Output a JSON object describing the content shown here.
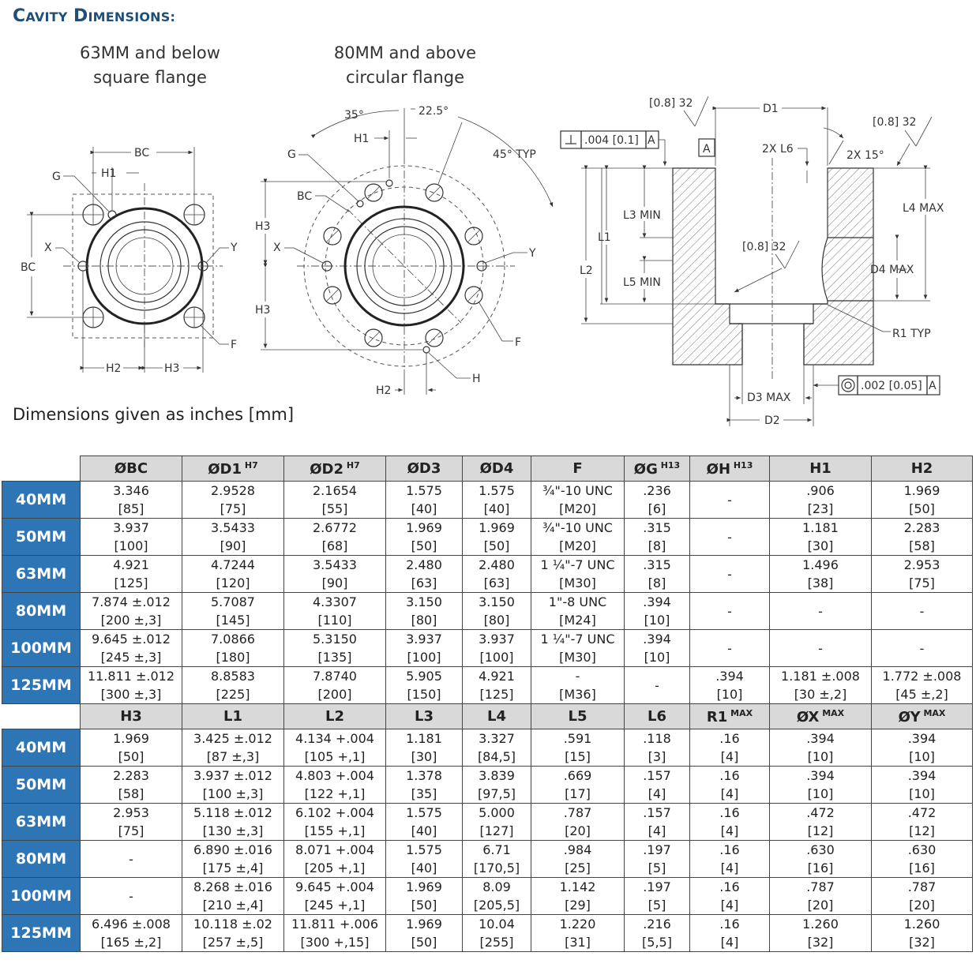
{
  "title": {
    "first_cap": "C",
    "first_rest": "AVITY",
    "second_cap": "D",
    "second_rest": "IMENSIONS:"
  },
  "drawings": {
    "square_title_1": "63MM and below",
    "square_title_2": "square flange",
    "circular_title_1": "80MM and above",
    "circular_title_2": "circular flange",
    "labels": {
      "bc": "BC",
      "h1": "H1",
      "h2": "H2",
      "h3": "H3",
      "g": "G",
      "x": "X",
      "y": "Y",
      "f": "F",
      "h": "H",
      "angle_35": "35°",
      "angle_22_5": "22.5°",
      "angle_45_typ": "45° TYP",
      "roughness_1": "[0.8] 32",
      "roughness_2": "[0.8] 32",
      "roughness_3": "[0.8] 32",
      "d1": "D1",
      "d2": "D2",
      "d3_max": "D3 MAX",
      "d4_max": "D4 MAX",
      "l1": "L1",
      "l2": "L2",
      "l3_min": "L3 MIN",
      "l4_max": "L4 MAX",
      "l5_min": "L5 MIN",
      "l6": "2X L6",
      "angle_2x15": "2X 15°",
      "r1_typ": "R1 TYP",
      "datum_a": "A",
      "perp_value": ".004 [0.1]",
      "perp_datum": "A",
      "conc_value": ".002 [0.05]",
      "conc_datum": "A"
    }
  },
  "caption": "Dimensions given as inches [mm]",
  "table1": {
    "headers": [
      {
        "sym": "ØBC",
        "sup": ""
      },
      {
        "sym": "ØD1",
        "sup": "H7"
      },
      {
        "sym": "ØD2",
        "sup": "H7"
      },
      {
        "sym": "ØD3",
        "sup": ""
      },
      {
        "sym": "ØD4",
        "sup": ""
      },
      {
        "sym": "F",
        "sup": ""
      },
      {
        "sym": "ØG",
        "sup": "H13"
      },
      {
        "sym": "ØH",
        "sup": "H13"
      },
      {
        "sym": "H1",
        "sup": ""
      },
      {
        "sym": "H2",
        "sup": ""
      }
    ],
    "rows": [
      {
        "label": "40MM",
        "cells": [
          [
            "3.346",
            "[85]"
          ],
          [
            "2.9528",
            "[75]"
          ],
          [
            "2.1654",
            "[55]"
          ],
          [
            "1.575",
            "[40]"
          ],
          [
            "1.575",
            "[40]"
          ],
          [
            "¾\"-10 UNC",
            "[M20]"
          ],
          [
            ".236",
            "[6]"
          ],
          [
            "-",
            ""
          ],
          [
            ".906",
            "[23]"
          ],
          [
            "1.969",
            "[50]"
          ]
        ]
      },
      {
        "label": "50MM",
        "cells": [
          [
            "3.937",
            "[100]"
          ],
          [
            "3.5433",
            "[90]"
          ],
          [
            "2.6772",
            "[68]"
          ],
          [
            "1.969",
            "[50]"
          ],
          [
            "1.969",
            "[50]"
          ],
          [
            "¾\"-10 UNC",
            "[M20]"
          ],
          [
            ".315",
            "[8]"
          ],
          [
            "-",
            ""
          ],
          [
            "1.181",
            "[30]"
          ],
          [
            "2.283",
            "[58]"
          ]
        ]
      },
      {
        "label": "63MM",
        "cells": [
          [
            "4.921",
            "[125]"
          ],
          [
            "4.7244",
            "[120]"
          ],
          [
            "3.5433",
            "[90]"
          ],
          [
            "2.480",
            "[63]"
          ],
          [
            "2.480",
            "[63]"
          ],
          [
            "1 ¼\"-7 UNC",
            "[M30]"
          ],
          [
            ".315",
            "[8]"
          ],
          [
            "-",
            ""
          ],
          [
            "1.496",
            "[38]"
          ],
          [
            "2.953",
            "[75]"
          ]
        ]
      },
      {
        "label": "80MM",
        "cells": [
          [
            "7.874 ±.012",
            "[200 ±,3]"
          ],
          [
            "5.7087",
            "[145]"
          ],
          [
            "4.3307",
            "[110]"
          ],
          [
            "3.150",
            "[80]"
          ],
          [
            "3.150",
            "[80]"
          ],
          [
            "1\"-8 UNC",
            "[M24]"
          ],
          [
            ".394",
            "[10]"
          ],
          [
            "-",
            ""
          ],
          [
            "-",
            ""
          ],
          [
            "-",
            ""
          ]
        ]
      },
      {
        "label": "100MM",
        "cells": [
          [
            "9.645 ±.012",
            "[245 ±,3]"
          ],
          [
            "7.0866",
            "[180]"
          ],
          [
            "5.3150",
            "[135]"
          ],
          [
            "3.937",
            "[100]"
          ],
          [
            "3.937",
            "[100]"
          ],
          [
            "1 ¼\"-7 UNC",
            "[M30]"
          ],
          [
            ".394",
            "[10]"
          ],
          [
            "-",
            ""
          ],
          [
            "-",
            ""
          ],
          [
            "-",
            ""
          ]
        ]
      },
      {
        "label": "125MM",
        "cells": [
          [
            "11.811 ±.012",
            "[300 ±,3]"
          ],
          [
            "8.8583",
            "[225]"
          ],
          [
            "7.8740",
            "[200]"
          ],
          [
            "5.905",
            "[150]"
          ],
          [
            "4.921",
            "[125]"
          ],
          [
            "-",
            "[M36]"
          ],
          [
            "-",
            ""
          ],
          [
            ".394",
            "[10]"
          ],
          [
            "1.181 ±.008",
            "[30 ±,2]"
          ],
          [
            "1.772 ±.008",
            "[45 ±,2]"
          ]
        ]
      }
    ]
  },
  "table2": {
    "headers": [
      {
        "sym": "H3",
        "sup": ""
      },
      {
        "sym": "L1",
        "sup": ""
      },
      {
        "sym": "L2",
        "sup": ""
      },
      {
        "sym": "L3",
        "sup": ""
      },
      {
        "sym": "L4",
        "sup": ""
      },
      {
        "sym": "L5",
        "sup": ""
      },
      {
        "sym": "L6",
        "sup": ""
      },
      {
        "sym": "R1",
        "sup": "MAX"
      },
      {
        "sym": "ØX",
        "sup": "MAX"
      },
      {
        "sym": "ØY",
        "sup": "MAX"
      }
    ],
    "rows": [
      {
        "label": "40MM",
        "cells": [
          [
            "1.969",
            "[50]"
          ],
          [
            "3.425 ±.012",
            "[87 ±,3]"
          ],
          [
            "4.134 +.004",
            "[105 +,1]"
          ],
          [
            "1.181",
            "[30]"
          ],
          [
            "3.327",
            "[84,5]"
          ],
          [
            ".591",
            "[15]"
          ],
          [
            ".118",
            "[3]"
          ],
          [
            ".16",
            "[4]"
          ],
          [
            ".394",
            "[10]"
          ],
          [
            ".394",
            "[10]"
          ]
        ]
      },
      {
        "label": "50MM",
        "cells": [
          [
            "2.283",
            "[58]"
          ],
          [
            "3.937 ±.012",
            "[100 ±,3]"
          ],
          [
            "4.803 +.004",
            "[122 +,1]"
          ],
          [
            "1.378",
            "[35]"
          ],
          [
            "3.839",
            "[97,5]"
          ],
          [
            ".669",
            "[17]"
          ],
          [
            ".157",
            "[4]"
          ],
          [
            ".16",
            "[4]"
          ],
          [
            ".394",
            "[10]"
          ],
          [
            ".394",
            "[10]"
          ]
        ]
      },
      {
        "label": "63MM",
        "cells": [
          [
            "2.953",
            "[75]"
          ],
          [
            "5.118 ±.012",
            "[130 ±,3]"
          ],
          [
            "6.102 +.004",
            "[155 +,1]"
          ],
          [
            "1.575",
            "[40]"
          ],
          [
            "5.000",
            "[127]"
          ],
          [
            ".787",
            "[20]"
          ],
          [
            ".157",
            "[4]"
          ],
          [
            ".16",
            "[4]"
          ],
          [
            ".472",
            "[12]"
          ],
          [
            ".472",
            "[12]"
          ]
        ]
      },
      {
        "label": "80MM",
        "cells": [
          [
            "-",
            ""
          ],
          [
            "6.890 ±.016",
            "[175 ±,4]"
          ],
          [
            "8.071 +.004",
            "[205 +,1]"
          ],
          [
            "1.575",
            "[40]"
          ],
          [
            "6.71",
            "[170,5]"
          ],
          [
            ".984",
            "[25]"
          ],
          [
            ".197",
            "[5]"
          ],
          [
            ".16",
            "[4]"
          ],
          [
            ".630",
            "[16]"
          ],
          [
            ".630",
            "[16]"
          ]
        ]
      },
      {
        "label": "100MM",
        "cells": [
          [
            "-",
            ""
          ],
          [
            "8.268 ±.016",
            "[210 ±,4]"
          ],
          [
            "9.645 +.004",
            "[245 +,1]"
          ],
          [
            "1.969",
            "[50]"
          ],
          [
            "8.09",
            "[205,5]"
          ],
          [
            "1.142",
            "[29]"
          ],
          [
            ".197",
            "[5]"
          ],
          [
            ".16",
            "[4]"
          ],
          [
            ".787",
            "[20]"
          ],
          [
            ".787",
            "[20]"
          ]
        ]
      },
      {
        "label": "125MM",
        "cells": [
          [
            "6.496 ±.008",
            "[165 ±,2]"
          ],
          [
            "10.118 ±.02",
            "[257 ±,5]"
          ],
          [
            "11.811 +.006",
            "[300 +,15]"
          ],
          [
            "1.969",
            "[50]"
          ],
          [
            "10.04",
            "[255]"
          ],
          [
            "1.220",
            "[31]"
          ],
          [
            ".216",
            "[5,5]"
          ],
          [
            ".16",
            "[4]"
          ],
          [
            "1.260",
            "[32]"
          ],
          [
            "1.260",
            "[32]"
          ]
        ]
      }
    ]
  }
}
